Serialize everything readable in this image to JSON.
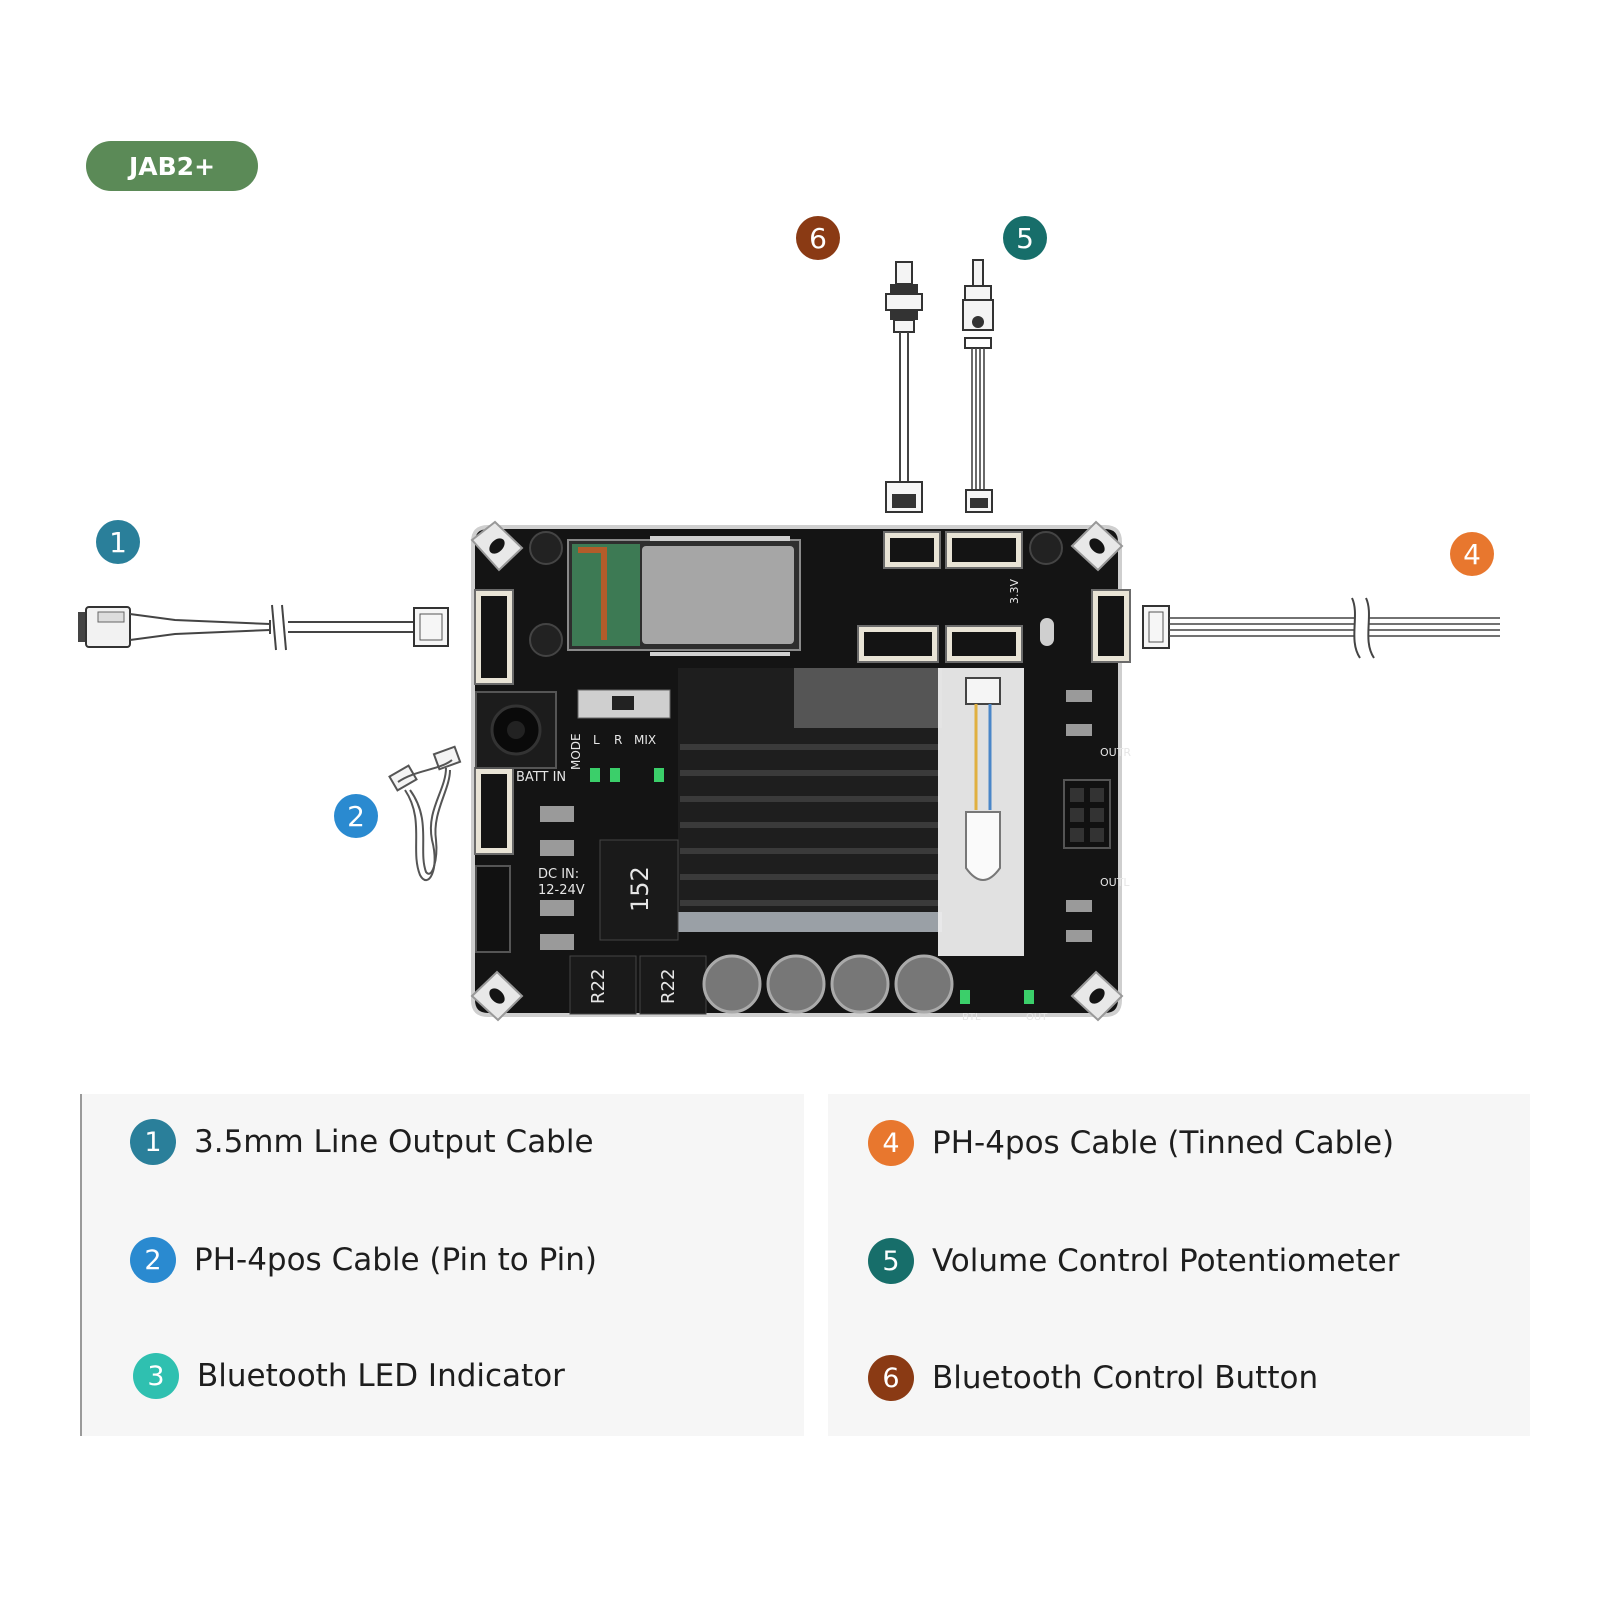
{
  "product_badge": "JAB2+",
  "board_silkscreen": {
    "batt_in": "BATT IN",
    "dc_in": "DC IN:",
    "dc_range": "12-24V",
    "mode": "MODE",
    "l": "L",
    "r": "R",
    "mix": "MIX",
    "r22_a": "R22",
    "r22_b": "R22",
    "inductor": "152",
    "outr": "OUTR",
    "outl": "OUTL",
    "btl": "BTL",
    "out": "OUT",
    "v33": "3.3V"
  },
  "legend": [
    {
      "num": "1",
      "label": "3.5mm Line Output Cable",
      "color": "#2a7f9a"
    },
    {
      "num": "2",
      "label": "PH-4pos Cable (Pin to Pin)",
      "color": "#2a8ad0"
    },
    {
      "num": "3",
      "label": "Bluetooth LED Indicator",
      "color": "#2fc0b0"
    },
    {
      "num": "4",
      "label": "PH-4pos Cable (Tinned Cable)",
      "color": "#e8772e"
    },
    {
      "num": "5",
      "label": "Volume Control Potentiometer",
      "color": "#176e6a"
    },
    {
      "num": "6",
      "label": "Bluetooth Control Button",
      "color": "#8a3a14"
    }
  ]
}
